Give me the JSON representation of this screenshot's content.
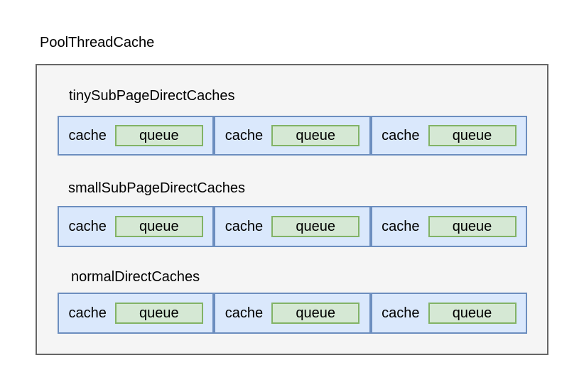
{
  "diagram": {
    "title": "PoolThreadCache",
    "groups": [
      {
        "label": "tinySubPageDirectCaches",
        "cells": [
          {
            "cache": "cache",
            "queue": "queue"
          },
          {
            "cache": "cache",
            "queue": "queue"
          },
          {
            "cache": "cache",
            "queue": "queue"
          }
        ]
      },
      {
        "label": "smallSubPageDirectCaches",
        "cells": [
          {
            "cache": "cache",
            "queue": "queue"
          },
          {
            "cache": "cache",
            "queue": "queue"
          },
          {
            "cache": "cache",
            "queue": "queue"
          }
        ]
      },
      {
        "label": "normalDirectCaches",
        "cells": [
          {
            "cache": "cache",
            "queue": "queue"
          },
          {
            "cache": "cache",
            "queue": "queue"
          },
          {
            "cache": "cache",
            "queue": "queue"
          }
        ]
      }
    ]
  },
  "colors": {
    "container_fill": "#f5f5f5",
    "container_border": "#666666",
    "cell_fill": "#dae8fc",
    "cell_border": "#6c8ebf",
    "queue_fill": "#d5e8d4",
    "queue_border": "#82b366",
    "text": "#000000",
    "page_background": "#ffffff"
  }
}
